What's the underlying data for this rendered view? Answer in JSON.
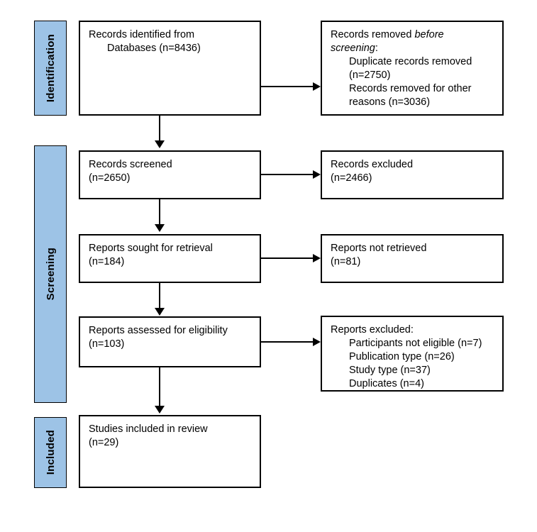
{
  "diagram": {
    "type": "prisma-flow-diagram",
    "accent_color": "#9DC3E6",
    "border_color": "#000000",
    "background_color": "#FFFFFF"
  },
  "stages": [
    {
      "id": "identification",
      "label": "Identification"
    },
    {
      "id": "screening",
      "label": "Screening"
    },
    {
      "id": "included",
      "label": "Included"
    }
  ],
  "boxes": {
    "records_identified": {
      "lines": [
        {
          "text": "Records identified from",
          "indent": false
        },
        {
          "text": "Databases (n=8436)",
          "indent": true
        }
      ]
    },
    "records_removed": {
      "lines": [
        {
          "text_pre": "Records removed ",
          "text_italic": "before",
          "indent": false
        },
        {
          "text_italic": "screening",
          "text_post": ":",
          "indent": false
        },
        {
          "text": "Duplicate records removed",
          "indent": true
        },
        {
          "text": "(n=2750)",
          "indent": true
        },
        {
          "text": "Records removed for other",
          "indent": true
        },
        {
          "text": "reasons (n=3036)",
          "indent": true
        }
      ]
    },
    "records_screened": {
      "lines": [
        {
          "text": "Records screened",
          "indent": false
        },
        {
          "text": "(n=2650)",
          "indent": false
        }
      ]
    },
    "records_excluded": {
      "lines": [
        {
          "text": "Records excluded",
          "indent": false
        },
        {
          "text": "(n=2466)",
          "indent": false
        }
      ]
    },
    "reports_sought": {
      "lines": [
        {
          "text": "Reports sought for retrieval",
          "indent": false
        },
        {
          "text": "(n=184)",
          "indent": false
        }
      ]
    },
    "reports_not_retrieved": {
      "lines": [
        {
          "text": "Reports not retrieved",
          "indent": false
        },
        {
          "text": "(n=81)",
          "indent": false
        }
      ]
    },
    "reports_assessed": {
      "lines": [
        {
          "text": "Reports assessed for eligibility",
          "indent": false
        },
        {
          "text": "(n=103)",
          "indent": false
        }
      ]
    },
    "reports_excluded": {
      "lines": [
        {
          "text": "Reports excluded:",
          "indent": false
        },
        {
          "text": "Participants not eligible (n=7)",
          "indent": true
        },
        {
          "text": "Publication type (n=26)",
          "indent": true
        },
        {
          "text": "Study type (n=37)",
          "indent": true
        },
        {
          "text": "Duplicates (n=4)",
          "indent": true
        }
      ]
    },
    "studies_included": {
      "lines": [
        {
          "text": "Studies included in review",
          "indent": false
        },
        {
          "text": "(n=29)",
          "indent": false
        }
      ]
    }
  },
  "counts": {
    "records_identified_databases": 8436,
    "duplicate_records_removed": 2750,
    "records_removed_other_reasons": 3036,
    "records_screened": 2650,
    "records_excluded": 2466,
    "reports_sought_for_retrieval": 184,
    "reports_not_retrieved": 81,
    "reports_assessed_for_eligibility": 103,
    "excluded_participants_not_eligible": 7,
    "excluded_publication_type": 26,
    "excluded_study_type": 37,
    "excluded_duplicates": 4,
    "studies_included_in_review": 29
  }
}
